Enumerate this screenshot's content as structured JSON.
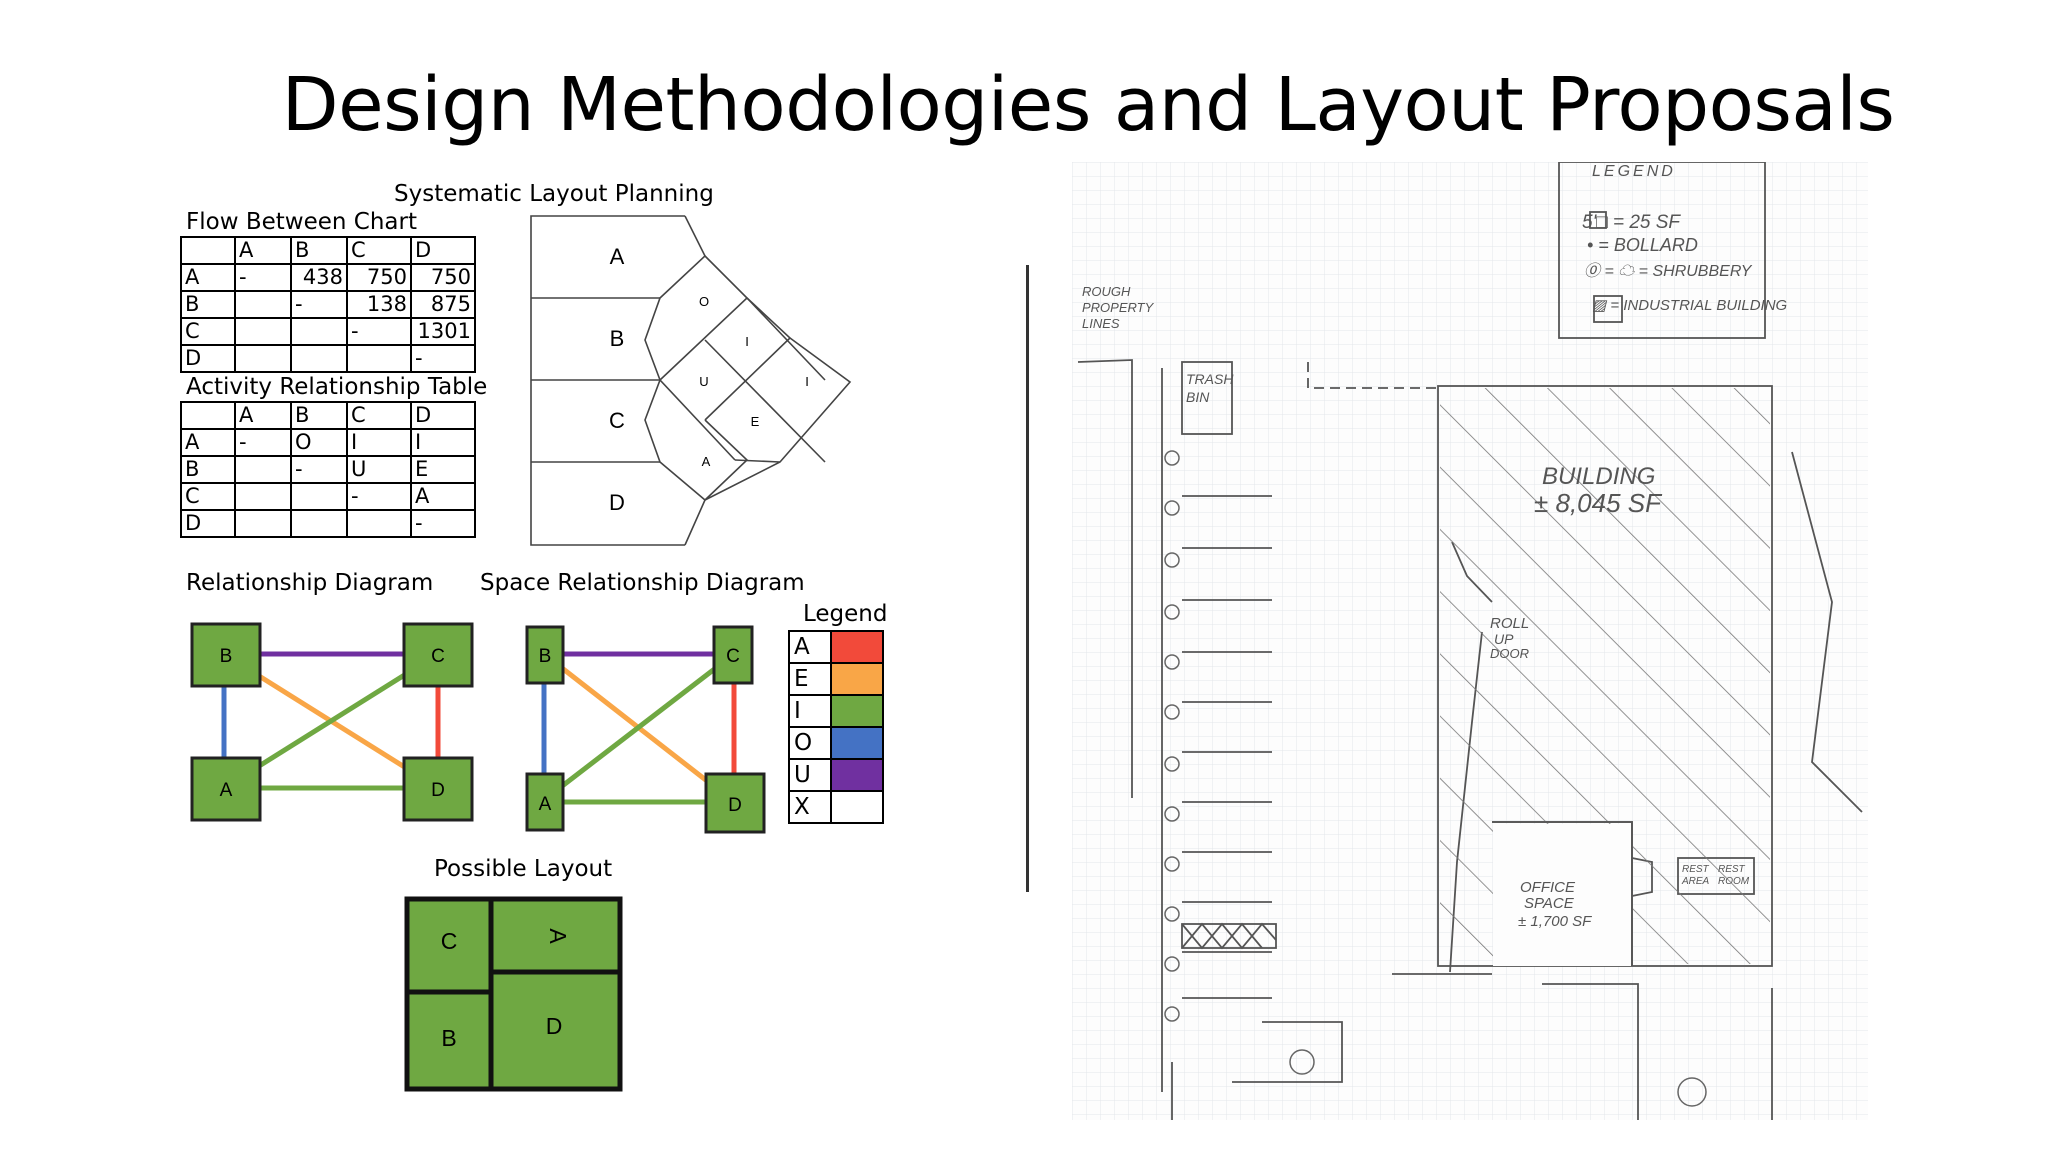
{
  "title": "Design Methodologies and Layout Proposals",
  "slp": {
    "heading": "Systematic Layout Planning",
    "flow_chart": {
      "caption": "Flow Between Chart",
      "header": [
        "",
        "A",
        "B",
        "C",
        "D"
      ],
      "rows": [
        [
          "A",
          "-",
          "438",
          "750",
          "750"
        ],
        [
          "B",
          "",
          "-",
          "138",
          "875"
        ],
        [
          "C",
          "",
          "",
          "-",
          "1301"
        ],
        [
          "D",
          "",
          "",
          "",
          "-"
        ]
      ]
    },
    "activity_table": {
      "caption": "Activity Relationship Table",
      "header": [
        "",
        "A",
        "B",
        "C",
        "D"
      ],
      "rows": [
        [
          "A",
          "-",
          "O",
          "I",
          "I"
        ],
        [
          "B",
          "",
          "-",
          "U",
          "E"
        ],
        [
          "C",
          "",
          "",
          "-",
          "A"
        ],
        [
          "D",
          "",
          "",
          "",
          "-"
        ]
      ]
    },
    "arc_chart": {
      "departments": [
        "A",
        "B",
        "C",
        "D"
      ],
      "diamonds": [
        "O",
        "I",
        "U",
        "I",
        "E",
        "A"
      ]
    }
  },
  "relationship_diagram": {
    "caption": "Relationship Diagram",
    "nodes": [
      "B",
      "C",
      "A",
      "D"
    ]
  },
  "space_relationship_diagram": {
    "caption": "Space Relationship Diagram",
    "nodes": [
      "B",
      "C",
      "A",
      "D"
    ]
  },
  "legend": {
    "caption": "Legend",
    "items": [
      {
        "code": "A",
        "color": "#f24a3a"
      },
      {
        "code": "E",
        "color": "#f9a647"
      },
      {
        "code": "I",
        "color": "#6fa842"
      },
      {
        "code": "O",
        "color": "#4472c4"
      },
      {
        "code": "U",
        "color": "#7030a0"
      },
      {
        "code": "X",
        "color": "#ffffff"
      }
    ]
  },
  "colors": {
    "node_fill": "#6fa842",
    "A": "#f24a3a",
    "E": "#f9a647",
    "I": "#6fa842",
    "O": "#4472c4",
    "U": "#7030a0"
  },
  "possible_layout": {
    "caption": "Possible Layout",
    "blocks": [
      "C",
      "A",
      "B",
      "D"
    ]
  },
  "site_plan": {
    "legend_title": "LEGEND",
    "legend_lines": [
      "5'□ = 25 SF",
      "• = BOLLARD",
      "⓪ = ☁ = SHRUBBERY",
      "▨ = INDUSTRIAL BUILDING"
    ],
    "property_label": [
      "ROUGH",
      "PROPERTY",
      "LINES"
    ],
    "trash_label": [
      "TRASH",
      "BIN"
    ],
    "building_label": [
      "BUILDING",
      "± 8,045 SF"
    ],
    "roll_up_label": [
      "ROLL",
      "UP",
      "DOOR"
    ],
    "office_label": [
      "OFFICE",
      "SPACE",
      "± 1,700 SF"
    ],
    "rest_area_label": [
      "REST",
      "AREA"
    ],
    "rest_room_label": [
      "REST",
      "ROOM"
    ]
  }
}
